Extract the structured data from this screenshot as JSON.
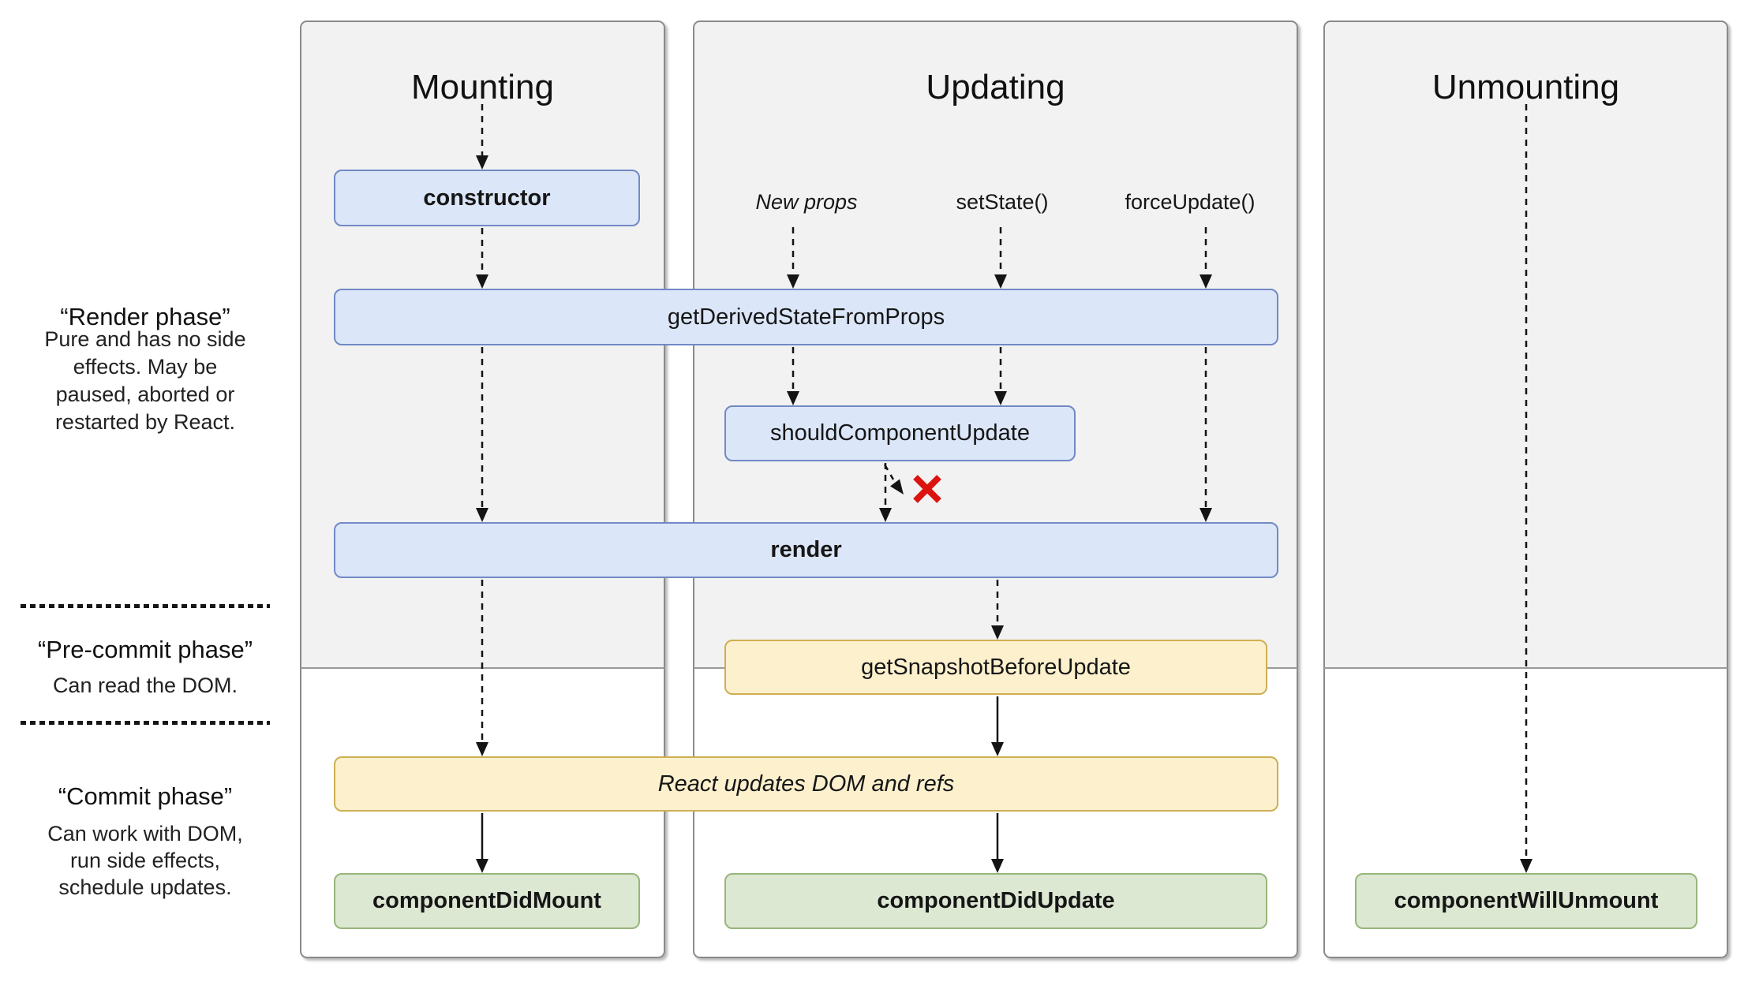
{
  "columns": [
    {
      "title": "Mounting"
    },
    {
      "title": "Updating"
    },
    {
      "title": "Unmounting"
    }
  ],
  "phases": [
    {
      "title": "“Render phase”",
      "description": "Pure and has no side\neffects. May be\npaused, aborted or\nrestarted by React."
    },
    {
      "title": "“Pre-commit phase”",
      "description": "Can read the DOM."
    },
    {
      "title": "“Commit phase”",
      "description": "Can work with DOM,\nrun side effects,\nschedule updates."
    }
  ],
  "triggers": [
    {
      "label": "New props"
    },
    {
      "label": "setState()"
    },
    {
      "label": "forceUpdate()"
    }
  ],
  "boxes": {
    "constructor": {
      "label": "constructor"
    },
    "getDerivedStateFromProps": {
      "label": "getDerivedStateFromProps"
    },
    "shouldComponentUpdate": {
      "label": "shouldComponentUpdate"
    },
    "render": {
      "label": "render"
    },
    "getSnapshotBeforeUpdate": {
      "label": "getSnapshotBeforeUpdate"
    },
    "reactUpdatesDom": {
      "label": "React updates DOM and refs"
    },
    "componentDidMount": {
      "label": "componentDidMount"
    },
    "componentDidUpdate": {
      "label": "componentDidUpdate"
    },
    "componentWillUnmount": {
      "label": "componentWillUnmount"
    }
  },
  "colors": {
    "panel_background": "#f2f2f2",
    "panel_border": "#8a8a8a",
    "blue_fill": "#dbe6f8",
    "blue_border": "#7189c6",
    "yellow_fill": "#fcf0cd",
    "yellow_border": "#cfae52",
    "green_fill": "#dde8d3",
    "green_border": "#97b579",
    "arrow": "#141414",
    "stop_cross": "#db1410"
  }
}
